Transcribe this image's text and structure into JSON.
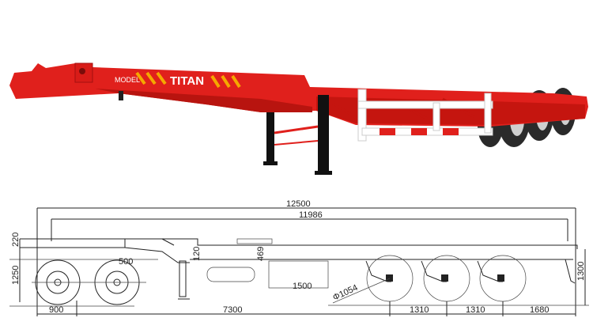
{
  "photo": {
    "brand_text": "TITAN",
    "model_text": "MODEL",
    "colors": {
      "body": "#e0201c",
      "stripe": "#f5a800",
      "bumper": "#ffffff",
      "tire": "#2a2a2a",
      "rim": "#cfcfcf",
      "leg": "#111111"
    }
  },
  "drawing": {
    "dimensions": {
      "overall_length": "12500",
      "frame_length": "11986",
      "front_overhang": "900",
      "kingpin_to_axle": "7300",
      "axle_spacing_1": "1310",
      "axle_spacing_2": "1310",
      "rear_overhang": "1680",
      "beam_top_height": "220",
      "coupling_height": "1250",
      "neck_step": "120",
      "beam_depth": "469",
      "spare_frame": "1500",
      "kingpin_offset": "500",
      "wheel_diameter": "Φ1054",
      "rear_height": "1300"
    }
  }
}
